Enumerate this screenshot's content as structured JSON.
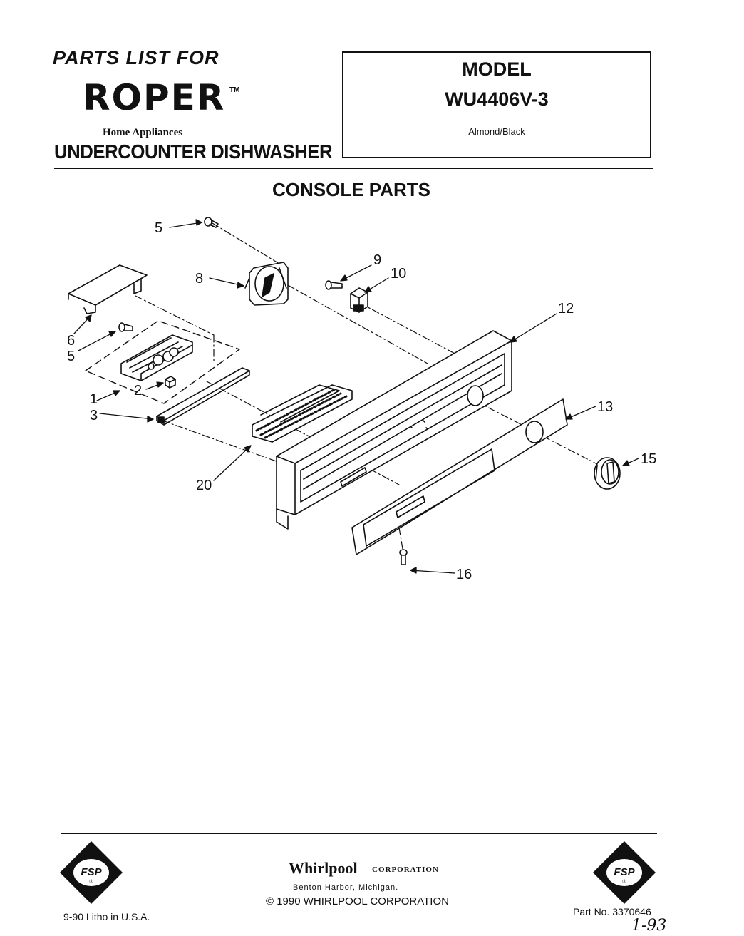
{
  "header": {
    "parts_list_for": "PARTS LIST FOR",
    "brand": "ROPER",
    "brand_tm": "TM",
    "brand_tagline": "Home Appliances",
    "product": "UNDERCOUNTER DISHWASHER"
  },
  "model_box": {
    "label": "MODEL",
    "number": "WU4406V-3",
    "color": "Almond/Black"
  },
  "section_title": "CONSOLE PARTS",
  "callouts": [
    "5",
    "8",
    "9",
    "10",
    "12",
    "6",
    "5",
    "1",
    "2",
    "3",
    "13",
    "15",
    "20",
    "16"
  ],
  "footer": {
    "corporation": "Whirlpool",
    "corporation_suffix": "CORPORATION",
    "city": "Benton Harbor, Michigan.",
    "copyright": "© 1990 WHIRLPOOL CORPORATION",
    "litho": "9-90 Litho in U.S.A.",
    "part_no": "Part No. 3370646",
    "handwritten_date": "1-93",
    "badge_left": "FSP",
    "badge_right": "FSP",
    "badge_mark": "®"
  },
  "colors": {
    "ink": "#111111",
    "paper": "#ffffff"
  }
}
